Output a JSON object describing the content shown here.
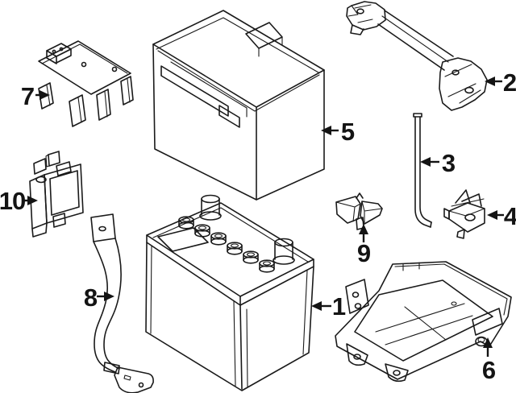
{
  "diagram": {
    "kind": "exploded-parts-diagram",
    "colors": {
      "background": "#ffffff",
      "line": "#1a1a1a",
      "label": "#141414"
    },
    "callouts": [
      {
        "number": "1",
        "part": "battery"
      },
      {
        "number": "2",
        "part": "battery-hold-down-frame"
      },
      {
        "number": "3",
        "part": "battery-hold-down-rod"
      },
      {
        "number": "4",
        "part": "rod-bracket"
      },
      {
        "number": "5",
        "part": "battery-cover-box"
      },
      {
        "number": "6",
        "part": "battery-tray"
      },
      {
        "number": "7",
        "part": "fusible-link-holder"
      },
      {
        "number": "8",
        "part": "battery-cable-bracket"
      },
      {
        "number": "9",
        "part": "battery-sensor"
      },
      {
        "number": "10",
        "part": "relay-module"
      }
    ]
  }
}
